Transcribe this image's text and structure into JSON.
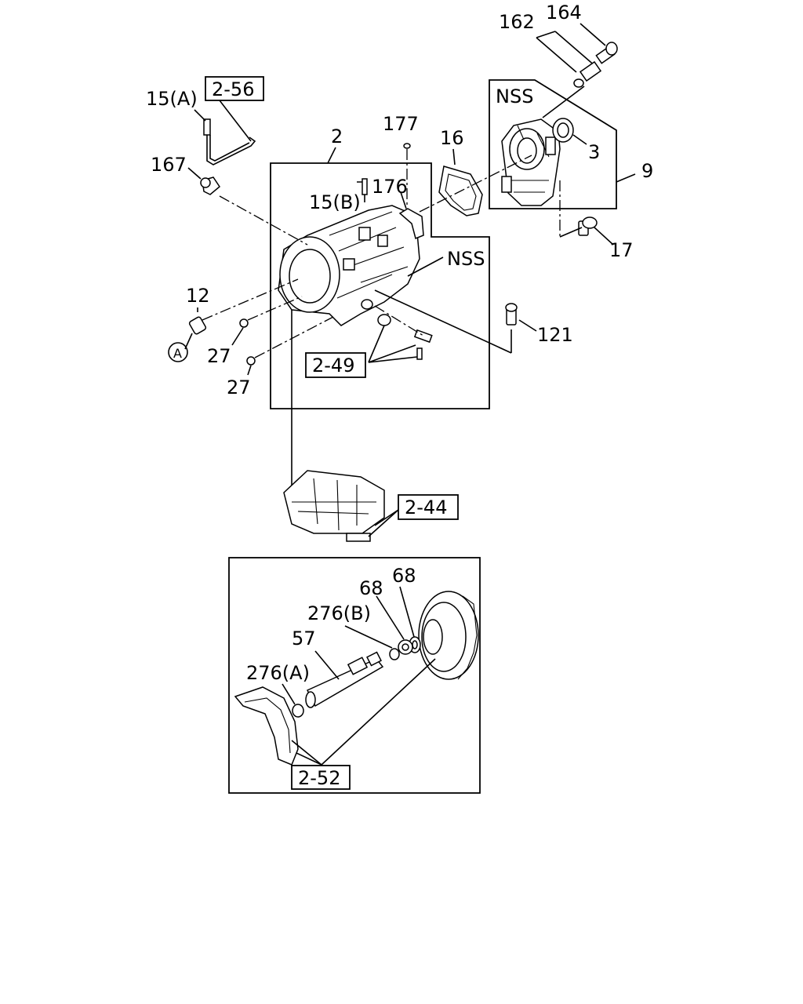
{
  "labels": {
    "p164": "164",
    "p162": "162",
    "p15a": "15(A)",
    "p177": "177",
    "p2": "2",
    "p16": "16",
    "nss1": "NSS",
    "p3": "3",
    "p9": "9",
    "p167": "167",
    "p176": "176",
    "p15b": "15(B)",
    "nss2": "NSS",
    "p17": "17",
    "p12": "12",
    "p121": "121",
    "pA": "A",
    "p27a": "27",
    "p27b": "27",
    "p68a": "68",
    "p68b": "68",
    "p276b": "276(B)",
    "p57": "57",
    "p276a": "276(A)"
  },
  "refs": {
    "r256": "2-56",
    "r249": "2-49",
    "r244": "2-44",
    "r252": "2-52"
  }
}
